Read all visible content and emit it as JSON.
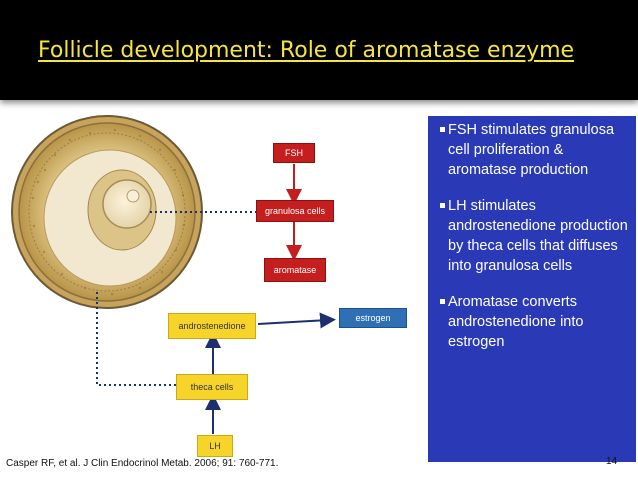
{
  "slide": {
    "title": "Follicle development: Role of aromatase enzyme",
    "citation": "Casper RF, et al. J Clin Endocrinol Metab. 2006; 91: 760-771.",
    "page_number": "14"
  },
  "diagram": {
    "boxes": {
      "fsh": "FSH",
      "granulosa": "granulosa cells",
      "aromatase": "aromatase",
      "estrogen": "estrogen",
      "androstenedione": "androstenedione",
      "theca": "theca cells",
      "lh": "LH"
    },
    "colors": {
      "hormone_red": "#c41e1e",
      "steroid_yellow": "#f7d42a",
      "estrogen_blue": "#2f6fb5",
      "panel_blue": "#2a3ab6",
      "title_yellow": "#f5e63c"
    }
  },
  "info_panel": {
    "bullets": [
      "FSH stimulates granulosa cell proliferation & aromatase production",
      "LH stimulates androstenedione production by theca cells that diffuses into granulosa cells",
      "Aromatase converts androstenedione into estrogen"
    ]
  }
}
